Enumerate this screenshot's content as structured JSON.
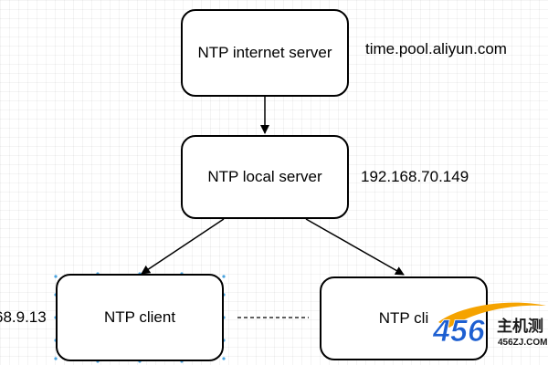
{
  "nodes": {
    "internet_server": "NTP internet server",
    "local_server": "NTP local server",
    "client_left": "NTP client",
    "client_right": "NTP cli"
  },
  "annotations": {
    "internet_server_host": "time.pool.aliyun.com",
    "local_server_ip": "192.168.70.149",
    "client_left_ip": "68.9.13"
  },
  "watermark": {
    "digits": "456",
    "cjk": "主机测",
    "site": "456ZJ.COM"
  },
  "colors": {
    "stroke": "#000000",
    "watermark_blue": "#1d5fd1",
    "watermark_orange": "#f5a300",
    "selection_handle": "#4aa3df"
  }
}
